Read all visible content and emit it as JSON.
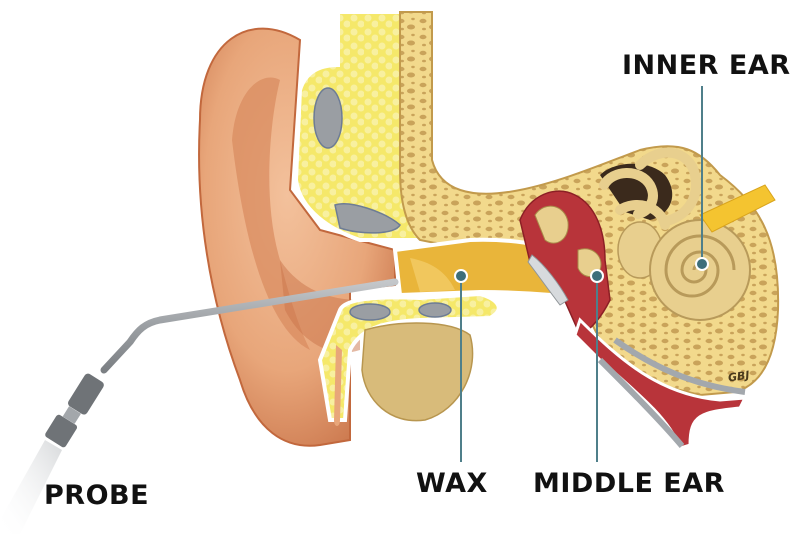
{
  "diagram": {
    "type": "anatomical-illustration",
    "subject": "Human ear cross-section with ear-cleaning probe",
    "labels": {
      "inner_ear": "INNER EAR",
      "wax": "WAX",
      "middle_ear": "MIDDLE EAR",
      "probe": "PROBE"
    },
    "signature": "GBJ",
    "colors": {
      "background": "#ffffff",
      "skin": "#e8a67a",
      "skin_shadow": "#c97a4f",
      "bone": "#f2d98c",
      "bone_pore": "#c9a35a",
      "fat": "#f5e86a",
      "cartilage": "#9a9ea3",
      "wax": "#e9b53a",
      "tissue_red": "#b8343a",
      "cochlea": "#e8cf8e",
      "nerve": "#f4c430",
      "probe_metal": "#9b9fa3",
      "probe_grip": "#6f7377",
      "leader_line": "#4f7f8a",
      "label_text": "#111111"
    }
  }
}
